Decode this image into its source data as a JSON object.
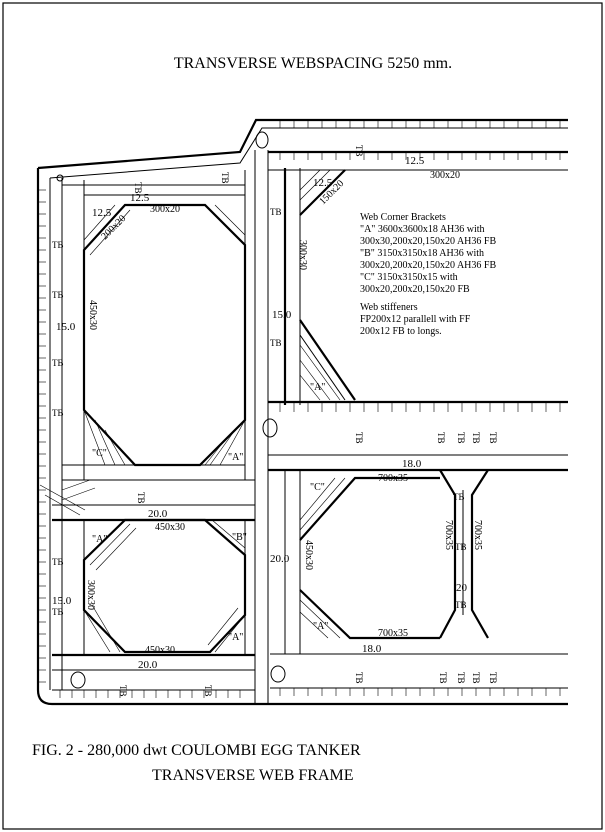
{
  "header": {
    "title": "TRANSVERSE WEBSPACING 5250 mm."
  },
  "figure": {
    "caption_line1": "FIG. 2  - 280,000 dwt COULOMBI EGG TANKER",
    "caption_line2": "TRANSVERSE WEB FRAME"
  },
  "notes": {
    "brackets_heading": "Web Corner Brackets",
    "a_line1": "\"A\" 3600x3600x18 AH36 with",
    "a_line2": "300x30,200x20,150x20 AH36 FB",
    "b_line1": "\"B\" 3150x3150x18 AH36 with",
    "b_line2": "300x20,200x20,150x20 AH36 FB",
    "c_line1": "\"C\" 3150x3150x15 with",
    "c_line2": "300x20,200x20,150x20 FB",
    "stiff_heading": "Web stiffeners",
    "stiff_line1": "FP200x12 parallell with FF",
    "stiff_line2": "200x12 FB to longs."
  },
  "labels": {
    "tb": "TB",
    "deck_thk": "12.5",
    "deck_fb": "300x20",
    "stringer_left": "12.5",
    "stringer_left_fb": "300x20",
    "bracket_left": "200x20",
    "stringer_mid": "12.5",
    "bracket_mid": "150x20",
    "bulkhead_fb": "300x30",
    "bulkhead_thk": "15.0",
    "side_thk": "15.0",
    "side_fb": "450x30",
    "br_a": "\"A\"",
    "br_b": "\"B\"",
    "br_c": "\"C\"",
    "mid_thk": "20.0",
    "mid_fb": "450x30",
    "low_side_thk": "15.0",
    "low_side_fb": "300x30",
    "bottom_fb": "450x30",
    "bottom_thk": "20.0",
    "right_deck_thk": "18.0",
    "right_fb_top": "700x35",
    "center_thk": "20.0",
    "center_fb": "450x30",
    "vert_fb1": "700x35",
    "vert_fb2": "700x35",
    "vert_thk": "20",
    "right_fb_bottom": "700x35",
    "right_bottom_thk": "18.0"
  }
}
